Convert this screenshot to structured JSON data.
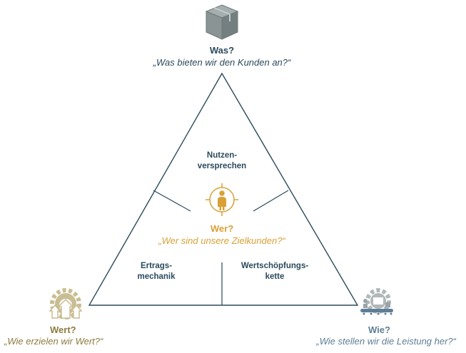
{
  "colors": {
    "navy": "#2b4a5c",
    "gold": "#d9a036",
    "olive": "#8c7c3e",
    "steel": "#5e7e96",
    "cube": "#8a9494",
    "gear_grey": "#b0b8b8",
    "gear_gold": "#c9bd93"
  },
  "top": {
    "title": "Was?",
    "subtitle": "„Was bieten wir den Kunden an?“",
    "icon": "cube-icon"
  },
  "center": {
    "title": "Wer?",
    "subtitle": "„Wer sind unsere Zielkunden?“",
    "icon": "target-person-icon"
  },
  "left": {
    "title": "Wert?",
    "subtitle": "„Wie erzielen wir Wert?“",
    "icon": "gear-arrows-icon"
  },
  "right": {
    "title": "Wie?",
    "subtitle": "„Wie stellen wir die Leistung her?“",
    "icon": "gear-conveyor-icon"
  },
  "segments": {
    "nutzen_line1": "Nutzen-",
    "nutzen_line2": "versprechen",
    "ertrags_line1": "Ertrags-",
    "ertrags_line2": "mechanik",
    "wert_line1": "Wertschöpfungs-",
    "wert_line2": "kette"
  }
}
